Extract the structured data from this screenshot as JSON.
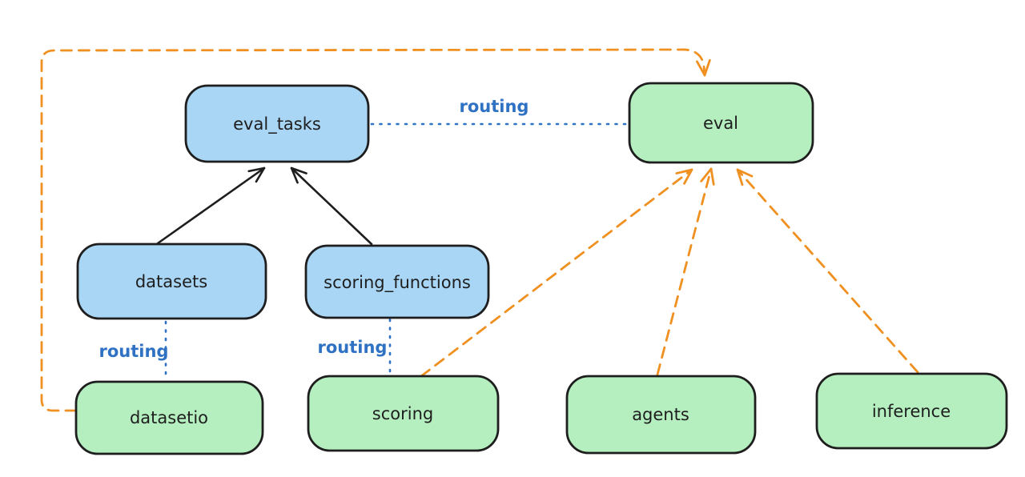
{
  "diagram": {
    "type": "flow-diagram",
    "background": "#ffffff",
    "colors": {
      "blue_node_fill": "#a9d6f5",
      "green_node_fill": "#b5efc0",
      "node_border": "#1e1e1e",
      "black_arrow": "#1e1e1e",
      "orange_dashed_arrow": "#ef9020",
      "blue_routing": "#2f72c4",
      "node_text": "#1e1e1e"
    },
    "nodes": [
      {
        "id": "eval_tasks",
        "label": "eval_tasks",
        "kind": "api",
        "fill": "#a9d6f5"
      },
      {
        "id": "eval",
        "label": "eval",
        "kind": "provider",
        "fill": "#b5efc0"
      },
      {
        "id": "datasets",
        "label": "datasets",
        "kind": "api",
        "fill": "#a9d6f5"
      },
      {
        "id": "scoring_functions",
        "label": "scoring_functions",
        "kind": "api",
        "fill": "#a9d6f5"
      },
      {
        "id": "datasetio",
        "label": "datasetio",
        "kind": "provider",
        "fill": "#b5efc0"
      },
      {
        "id": "scoring",
        "label": "scoring",
        "kind": "provider",
        "fill": "#b5efc0"
      },
      {
        "id": "agents",
        "label": "agents",
        "kind": "provider",
        "fill": "#b5efc0"
      },
      {
        "id": "inference",
        "label": "inference",
        "kind": "provider",
        "fill": "#b5efc0"
      }
    ],
    "edges": [
      {
        "from": "datasets",
        "to": "eval_tasks",
        "style": "solid",
        "color": "#1e1e1e",
        "arrowhead": true
      },
      {
        "from": "scoring_functions",
        "to": "eval_tasks",
        "style": "solid",
        "color": "#1e1e1e",
        "arrowhead": true
      },
      {
        "from": "eval_tasks",
        "to": "eval",
        "style": "dotted",
        "color": "#2f72c4",
        "label": "routing",
        "arrowhead": false
      },
      {
        "from": "datasets",
        "to": "datasetio",
        "style": "dotted",
        "color": "#2f72c4",
        "label": "routing",
        "arrowhead": false
      },
      {
        "from": "scoring_functions",
        "to": "scoring",
        "style": "dotted",
        "color": "#2f72c4",
        "label": "routing",
        "arrowhead": false
      },
      {
        "from": "scoring",
        "to": "eval",
        "style": "dashed",
        "color": "#ef9020",
        "arrowhead": true
      },
      {
        "from": "agents",
        "to": "eval",
        "style": "dashed",
        "color": "#ef9020",
        "arrowhead": true
      },
      {
        "from": "inference",
        "to": "eval",
        "style": "dashed",
        "color": "#ef9020",
        "arrowhead": true
      },
      {
        "from": "datasetio",
        "to": "eval",
        "style": "dashed",
        "color": "#ef9020",
        "arrowhead": true,
        "route": "around-left-and-top"
      }
    ]
  }
}
